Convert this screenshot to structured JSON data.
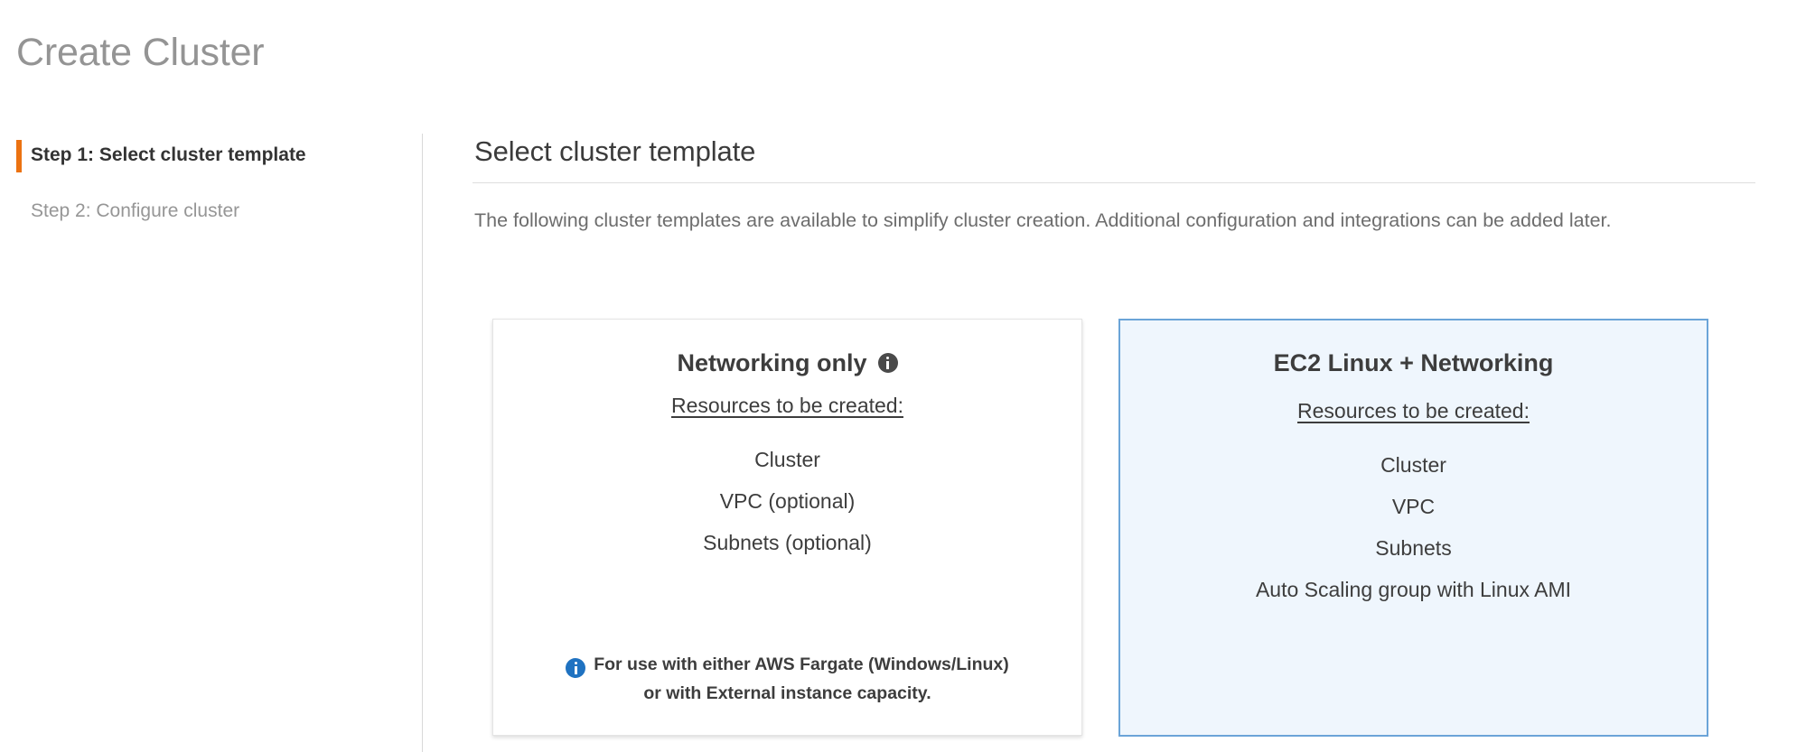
{
  "page": {
    "title": "Create Cluster"
  },
  "wizard": {
    "steps": [
      {
        "label": "Step 1: Select cluster template",
        "state": "active"
      },
      {
        "label": "Step 2: Configure cluster",
        "state": "inactive"
      }
    ],
    "active_marker_color": "#ec7211"
  },
  "main": {
    "heading": "Select cluster template",
    "description": "The following cluster templates are available to simplify cluster creation. Additional configuration and integrations can be added later."
  },
  "cards": [
    {
      "id": "networking-only",
      "title": "Networking only",
      "has_info_icon": true,
      "info_icon": "info-circle-icon",
      "selected": false,
      "resources_label": "Resources to be created:",
      "resources": [
        "Cluster",
        "VPC (optional)",
        "Subnets (optional)"
      ],
      "note_icon": "info-circle-blue-icon",
      "note_line_1": "For use with either AWS Fargate (Windows/Linux)",
      "note_line_2": "or with External instance capacity."
    },
    {
      "id": "ec2-linux-networking",
      "title": "EC2 Linux + Networking",
      "has_info_icon": false,
      "selected": true,
      "resources_label": "Resources to be created:",
      "resources": [
        "Cluster",
        "VPC",
        "Subnets",
        "Auto Scaling group with Linux AMI"
      ]
    }
  ],
  "colors": {
    "accent_orange": "#ec7211",
    "selected_card_bg": "#eff6fd",
    "selected_card_border": "#6ba4d8",
    "info_blue": "#1f72c1",
    "title_gray": "#949494",
    "body_gray": "#6d6d6d",
    "text_dark": "#3d3d3d"
  }
}
